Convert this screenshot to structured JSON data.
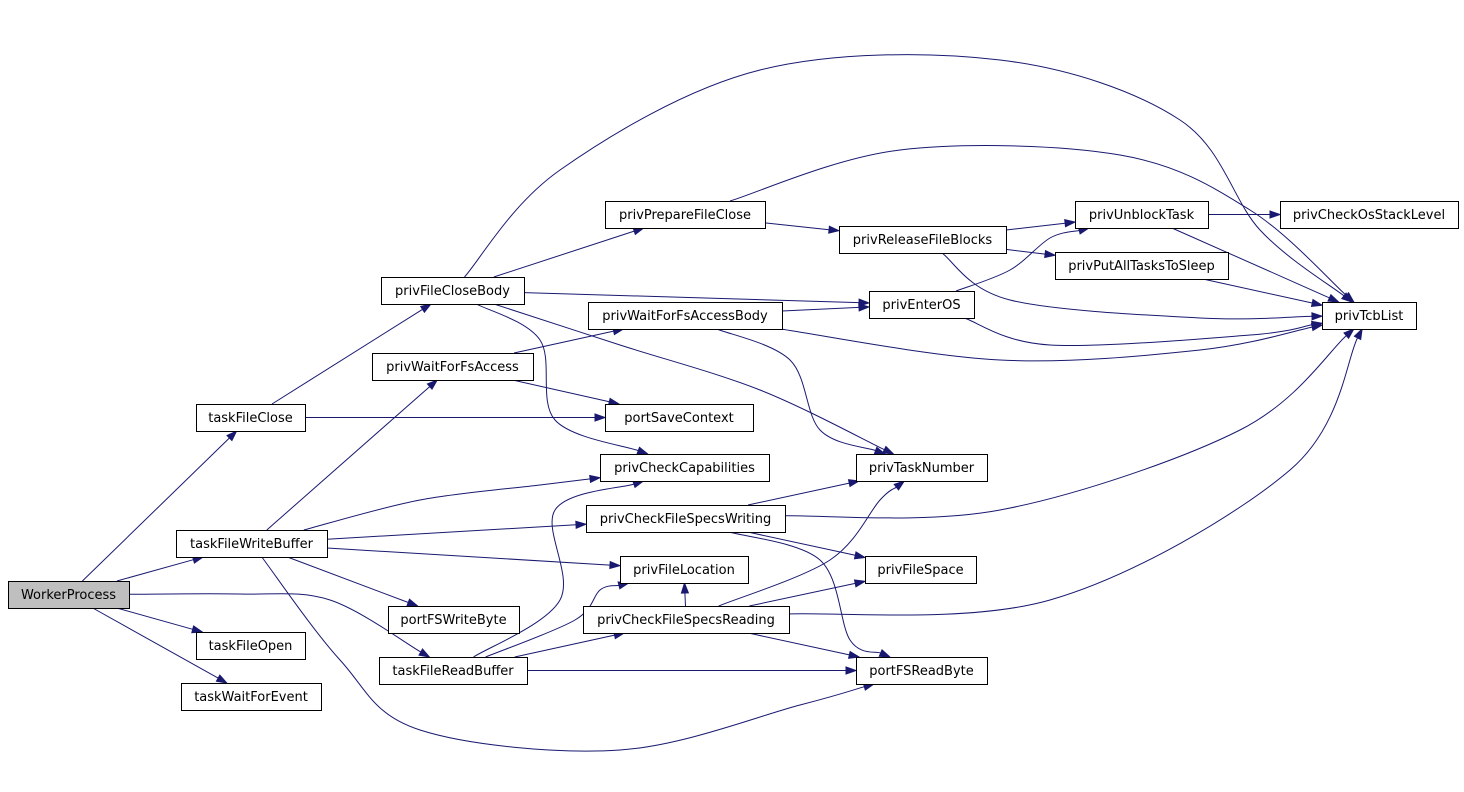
{
  "graph": {
    "nodes": [
      {
        "id": "WorkerProcess",
        "label": "WorkerProcess",
        "root": true
      },
      {
        "id": "taskFileClose",
        "label": "taskFileClose"
      },
      {
        "id": "taskFileWriteBuffer",
        "label": "taskFileWriteBuffer"
      },
      {
        "id": "taskFileOpen",
        "label": "taskFileOpen"
      },
      {
        "id": "taskWaitForEvent",
        "label": "taskWaitForEvent"
      },
      {
        "id": "taskFileReadBuffer",
        "label": "taskFileReadBuffer"
      },
      {
        "id": "privFileCloseBody",
        "label": "privFileCloseBody"
      },
      {
        "id": "privWaitForFsAccess",
        "label": "privWaitForFsAccess"
      },
      {
        "id": "portFSWriteByte",
        "label": "portFSWriteByte"
      },
      {
        "id": "privPrepareFileClose",
        "label": "privPrepareFileClose"
      },
      {
        "id": "privWaitForFsAccessBody",
        "label": "privWaitForFsAccessBody"
      },
      {
        "id": "portSaveContext",
        "label": "portSaveContext"
      },
      {
        "id": "privCheckCapabilities",
        "label": "privCheckCapabilities"
      },
      {
        "id": "privCheckFileSpecsWriting",
        "label": "privCheckFileSpecsWriting"
      },
      {
        "id": "privFileLocation",
        "label": "privFileLocation"
      },
      {
        "id": "privCheckFileSpecsReading",
        "label": "privCheckFileSpecsReading"
      },
      {
        "id": "privReleaseFileBlocks",
        "label": "privReleaseFileBlocks"
      },
      {
        "id": "privEnterOS",
        "label": "privEnterOS"
      },
      {
        "id": "privTaskNumber",
        "label": "privTaskNumber"
      },
      {
        "id": "privFileSpace",
        "label": "privFileSpace"
      },
      {
        "id": "portFSReadByte",
        "label": "portFSReadByte"
      },
      {
        "id": "privUnblockTask",
        "label": "privUnblockTask"
      },
      {
        "id": "privPutAllTasksToSleep",
        "label": "privPutAllTasksToSleep"
      },
      {
        "id": "privTcbList",
        "label": "privTcbList"
      },
      {
        "id": "privCheckOsStackLevel",
        "label": "privCheckOsStackLevel"
      }
    ],
    "edges": [
      {
        "from": "WorkerProcess",
        "to": "taskFileClose"
      },
      {
        "from": "WorkerProcess",
        "to": "taskFileWriteBuffer"
      },
      {
        "from": "WorkerProcess",
        "to": "taskFileOpen"
      },
      {
        "from": "WorkerProcess",
        "to": "taskWaitForEvent"
      },
      {
        "from": "WorkerProcess",
        "to": "taskFileReadBuffer"
      },
      {
        "from": "taskFileClose",
        "to": "privFileCloseBody"
      },
      {
        "from": "taskFileClose",
        "to": "portSaveContext"
      },
      {
        "from": "taskFileWriteBuffer",
        "to": "privWaitForFsAccess"
      },
      {
        "from": "taskFileWriteBuffer",
        "to": "privCheckCapabilities"
      },
      {
        "from": "taskFileWriteBuffer",
        "to": "privCheckFileSpecsWriting"
      },
      {
        "from": "taskFileWriteBuffer",
        "to": "privFileLocation"
      },
      {
        "from": "taskFileWriteBuffer",
        "to": "portFSWriteByte"
      },
      {
        "from": "taskFileWriteBuffer",
        "to": "portFSReadByte"
      },
      {
        "from": "taskFileReadBuffer",
        "to": "privCheckCapabilities"
      },
      {
        "from": "taskFileReadBuffer",
        "to": "privFileLocation"
      },
      {
        "from": "taskFileReadBuffer",
        "to": "privCheckFileSpecsReading"
      },
      {
        "from": "taskFileReadBuffer",
        "to": "portFSReadByte"
      },
      {
        "from": "privFileCloseBody",
        "to": "privPrepareFileClose"
      },
      {
        "from": "privFileCloseBody",
        "to": "privEnterOS"
      },
      {
        "from": "privFileCloseBody",
        "to": "privCheckCapabilities"
      },
      {
        "from": "privFileCloseBody",
        "to": "privTaskNumber"
      },
      {
        "from": "privFileCloseBody",
        "to": "privTcbList"
      },
      {
        "from": "privWaitForFsAccess",
        "to": "privWaitForFsAccessBody"
      },
      {
        "from": "privWaitForFsAccess",
        "to": "portSaveContext"
      },
      {
        "from": "privPrepareFileClose",
        "to": "privReleaseFileBlocks"
      },
      {
        "from": "privPrepareFileClose",
        "to": "privTcbList"
      },
      {
        "from": "privWaitForFsAccessBody",
        "to": "privEnterOS"
      },
      {
        "from": "privWaitForFsAccessBody",
        "to": "privTaskNumber"
      },
      {
        "from": "privWaitForFsAccessBody",
        "to": "privTcbList"
      },
      {
        "from": "privCheckFileSpecsWriting",
        "to": "privTaskNumber"
      },
      {
        "from": "privCheckFileSpecsWriting",
        "to": "privFileSpace"
      },
      {
        "from": "privCheckFileSpecsWriting",
        "to": "portFSReadByte"
      },
      {
        "from": "privCheckFileSpecsWriting",
        "to": "privTcbList"
      },
      {
        "from": "privCheckFileSpecsReading",
        "to": "privTaskNumber"
      },
      {
        "from": "privCheckFileSpecsReading",
        "to": "privFileSpace"
      },
      {
        "from": "privCheckFileSpecsReading",
        "to": "privFileLocation"
      },
      {
        "from": "privCheckFileSpecsReading",
        "to": "portFSReadByte"
      },
      {
        "from": "privCheckFileSpecsReading",
        "to": "privTcbList"
      },
      {
        "from": "privReleaseFileBlocks",
        "to": "privUnblockTask"
      },
      {
        "from": "privReleaseFileBlocks",
        "to": "privPutAllTasksToSleep"
      },
      {
        "from": "privReleaseFileBlocks",
        "to": "privTcbList"
      },
      {
        "from": "privEnterOS",
        "to": "privUnblockTask"
      },
      {
        "from": "privEnterOS",
        "to": "privTcbList"
      },
      {
        "from": "privUnblockTask",
        "to": "privCheckOsStackLevel"
      },
      {
        "from": "privUnblockTask",
        "to": "privTcbList"
      },
      {
        "from": "privPutAllTasksToSleep",
        "to": "privTcbList"
      }
    ]
  }
}
